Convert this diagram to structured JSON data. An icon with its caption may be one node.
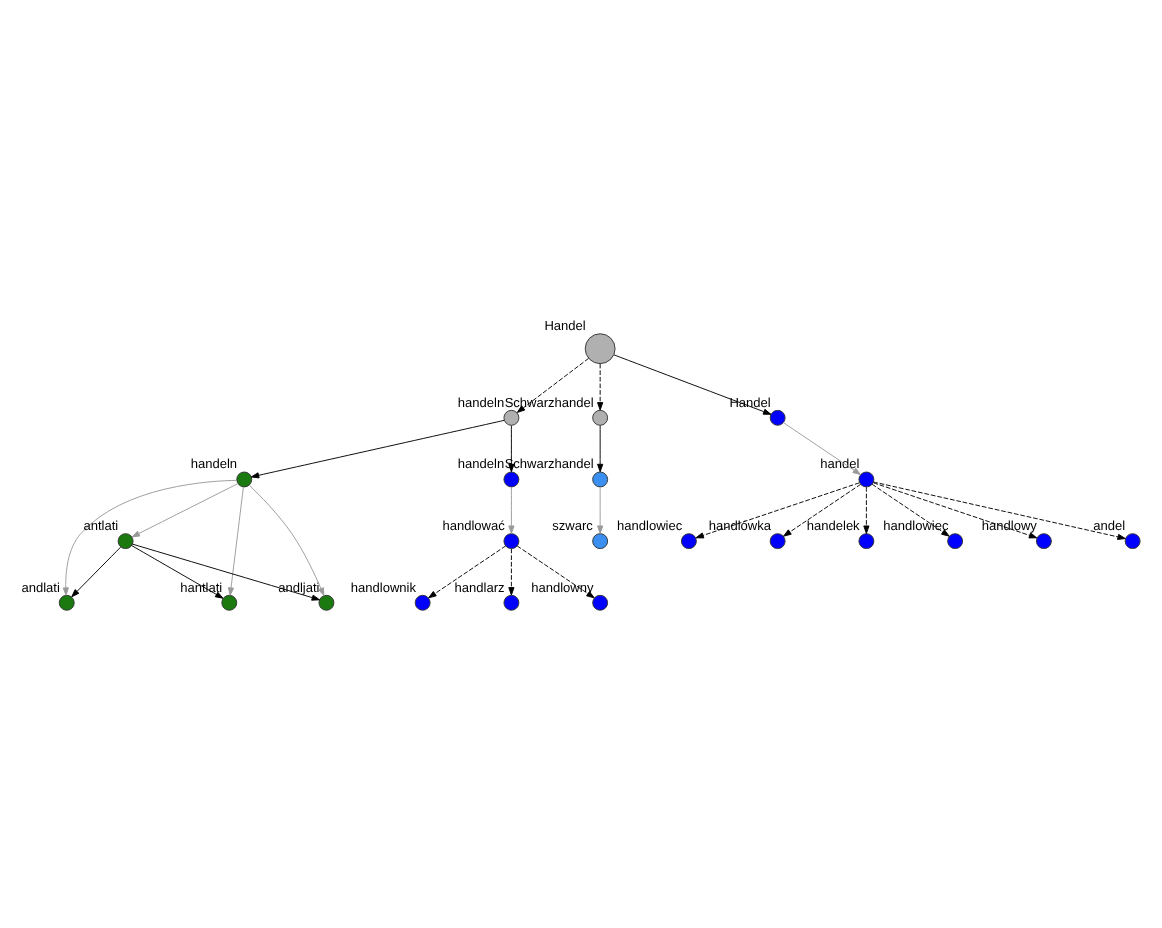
{
  "diagram": {
    "nodes": [
      {
        "text": [
          "Handel"
        ]
      },
      {
        "text": [
          "handeln"
        ]
      },
      {
        "text": [
          "Schwarzhandel"
        ]
      },
      {
        "text": [
          "Handel"
        ]
      },
      {
        "text": [
          "handel"
        ]
      },
      {
        "text": [
          "handeln"
        ]
      },
      {
        "text": [
          "handeln"
        ]
      },
      {
        "text": [
          "andlati"
        ]
      },
      {
        "text": [
          "antlati"
        ]
      },
      {
        "text": [
          "hantlati"
        ]
      },
      {
        "text": [
          "andljati"
        ]
      },
      {
        "text": [
          "Schwarzhandel"
        ]
      },
      {
        "text": [
          "szwarc"
        ]
      },
      {
        "text": [
          "handlowiec"
        ]
      },
      {
        "text": [
          "handlówka"
        ]
      },
      {
        "text": [
          "handelek"
        ]
      },
      {
        "text": [
          "handlowiec"
        ]
      },
      {
        "text": [
          "handlowy"
        ]
      },
      {
        "text": [
          "andel"
        ]
      },
      {
        "text": [
          "handlować"
        ]
      },
      {
        "text": [
          "handlownik"
        ]
      },
      {
        "text": [
          "handlarz"
        ]
      },
      {
        "text": [
          "handlowny"
        ]
      }
    ],
    "edges": [
      {
        "from": 0,
        "to": 1,
        "arrow": "to",
        "style": "dashed"
      },
      {
        "from": 0,
        "to": 2,
        "arrow": "to",
        "style": "dashed"
      },
      {
        "from": 0,
        "to": 3,
        "arrow": "to"
      },
      {
        "from": 1,
        "to": 5,
        "arrow": "to"
      },
      {
        "from": 1,
        "to": 6,
        "arrow": "to"
      },
      {
        "from": 2,
        "to": 11,
        "arrow": "to"
      },
      {
        "from": 3,
        "to": 4,
        "arrow": "to",
        "color": "#999999"
      },
      {
        "from": 4,
        "to": 13,
        "arrow": "to",
        "style": "dashed"
      },
      {
        "from": 4,
        "to": 14,
        "arrow": "to",
        "style": "dashed"
      },
      {
        "from": 4,
        "to": 15,
        "arrow": "to",
        "style": "dashed"
      },
      {
        "from": 4,
        "to": 16,
        "arrow": "to",
        "style": "dashed"
      },
      {
        "from": 4,
        "to": 17,
        "arrow": "to",
        "style": "dashed"
      },
      {
        "from": 4,
        "to": 18,
        "arrow": "to",
        "style": "dashed"
      },
      {
        "from": 5,
        "to": 7,
        "arrow": "to",
        "color": "#999999"
      },
      {
        "from": 5,
        "to": 8,
        "arrow": "to",
        "color": "#999999"
      },
      {
        "from": 5,
        "to": 9,
        "arrow": "to",
        "color": "#999999"
      },
      {
        "from": 5,
        "to": 10,
        "arrow": "to",
        "color": "#999999"
      },
      {
        "from": 8,
        "to": 7,
        "arrow": "to"
      },
      {
        "from": 8,
        "to": 9,
        "arrow": "to"
      },
      {
        "from": 8,
        "to": 10,
        "arrow": "to"
      },
      {
        "from": 11,
        "to": 12,
        "arrow": "to",
        "color": "#999999"
      },
      {
        "from": 6,
        "to": 19,
        "arrow": "to",
        "color": "#999999"
      },
      {
        "from": 19,
        "to": 20,
        "arrow": "to",
        "style": "dashed"
      },
      {
        "from": 19,
        "to": 21,
        "arrow": "to",
        "style": "dashed"
      },
      {
        "from": 19,
        "to": 22,
        "arrow": "to",
        "style": "dashed"
      }
    ]
  }
}
